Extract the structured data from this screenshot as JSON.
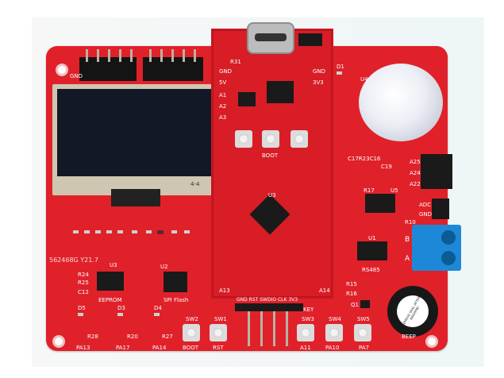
{
  "oled": {
    "label": "4-4"
  },
  "core": {
    "top_labels": [
      "R31",
      "GND",
      "GND",
      "5V",
      "3V3",
      "A1",
      "A2",
      "A3"
    ],
    "bottom_header": "GND  RST  SWDIO  CLK  3V3",
    "boot_button": "BOOT",
    "chip_label": "U3"
  },
  "labels": {
    "gnd": "GND",
    "u4": "U4",
    "d1": "D1",
    "c17": "C17R23C16",
    "c19": "C19",
    "a25": "A25",
    "a24": "A24",
    "a22": "A22",
    "u5": "U5",
    "r17": "R17",
    "adc": "ADC",
    "gnd2": "GND",
    "r10": "R10",
    "b": "B",
    "a": "A",
    "u1": "U1",
    "rs485": "RS485",
    "u2": "U2",
    "spi_flash": "SPI Flash",
    "eeprom": "EEPROM",
    "u3_left": "U3",
    "board_id": "562468G Y21.7",
    "r24": "R24",
    "r25": "R25",
    "c12": "C12",
    "d5": "D5",
    "d3": "D3",
    "d4": "D4",
    "r28": "R28",
    "r20": "R20",
    "r27": "R27",
    "pa13": "PA13",
    "pa17": "PA17",
    "pa14": "PA14",
    "boot": "BOOT",
    "rst": "RST",
    "sw2": "SW2",
    "sw1": "SW1",
    "sw3": "SW3",
    "sw4": "SW4",
    "sw5": "SW5",
    "a11": "A11",
    "pa10": "PA10",
    "pa7": "PA7",
    "beep": "BEEP",
    "r15": "R15",
    "r16": "R16",
    "q1": "Q1",
    "key": "KEY",
    "a14": "A14",
    "a13": "A13"
  },
  "buzzer": {
    "text": "REMOVE SEAL AFTER WASHING"
  },
  "colors": {
    "pcb": "#e0212a",
    "terminal": "#1e88d8",
    "oled": "#121826"
  }
}
